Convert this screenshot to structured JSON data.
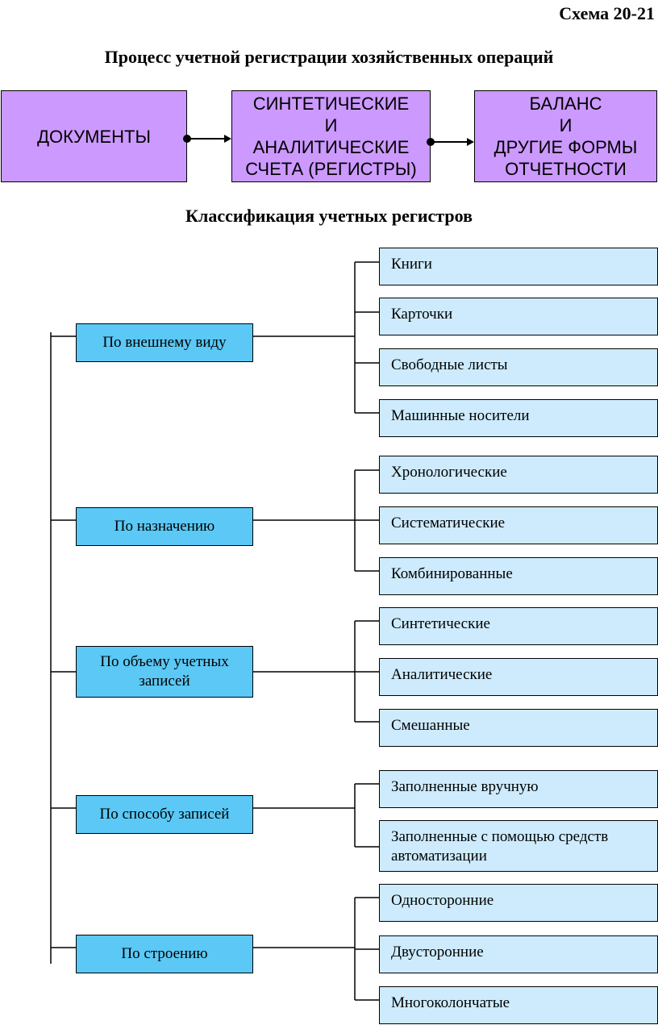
{
  "scheme_label": "Схема 20-21",
  "process": {
    "title": "Процесс учетной регистрации хозяйственных операций",
    "boxes": [
      {
        "lines": [
          "ДОКУМЕНТЫ"
        ]
      },
      {
        "lines": [
          "СИНТЕТИЧЕСКИЕ",
          "И",
          "АНАЛИТИЧЕСКИЕ",
          "СЧЕТА (РЕГИСТРЫ)"
        ]
      },
      {
        "lines": [
          "БАЛАНС",
          "И",
          "ДРУГИЕ ФОРМЫ",
          "ОТЧЕТНОСТИ"
        ]
      }
    ]
  },
  "classification": {
    "title": "Классификация учетных регистров",
    "categories": [
      {
        "lines": [
          "По внешнему виду"
        ],
        "items": [
          [
            "Книги"
          ],
          [
            "Карточки"
          ],
          [
            "Свободные листы"
          ],
          [
            "Машинные носители"
          ]
        ]
      },
      {
        "lines": [
          "По назначению"
        ],
        "items": [
          [
            "Хронологические"
          ],
          [
            "Систематические"
          ],
          [
            "Комбинированные"
          ]
        ]
      },
      {
        "lines": [
          "По объему учетных",
          "записей"
        ],
        "items": [
          [
            "Синтетические"
          ],
          [
            "Аналитические"
          ],
          [
            "Смешанные"
          ]
        ]
      },
      {
        "lines": [
          "По способу записей"
        ],
        "items": [
          [
            "Заполненные вручную"
          ],
          [
            "Заполненные с помощью средств",
            "автоматизации"
          ]
        ]
      },
      {
        "lines": [
          "По строению"
        ],
        "items": [
          [
            "Односторонние"
          ],
          [
            "Двусторонние"
          ],
          [
            "Многоколончатые"
          ]
        ]
      }
    ]
  }
}
